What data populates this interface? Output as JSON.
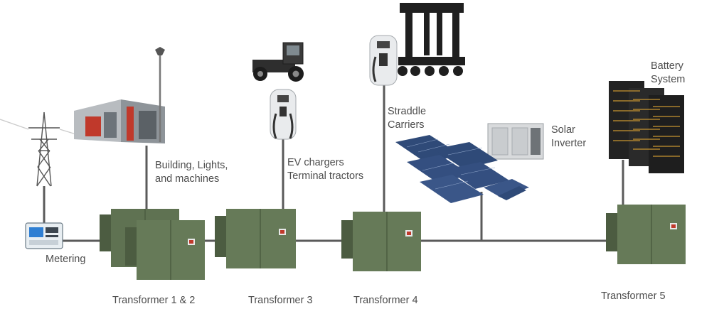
{
  "diagram": {
    "labels": {
      "metering": "Metering",
      "building": [
        "Building, Lights,",
        "and machines"
      ],
      "ev": [
        "EV chargers",
        "Terminal tractors"
      ],
      "straddle": [
        "Straddle",
        "Carriers"
      ],
      "solar": [
        "Solar",
        "Inverter"
      ],
      "battery": [
        "Battery",
        "System"
      ],
      "t12": "Transformer 1 & 2",
      "t3": "Transformer 3",
      "t4": "Transformer 4",
      "t5": "Transformer 5"
    },
    "colors": {
      "line": "#5a5a5a",
      "transformer": "#5f7252",
      "transformer_dark": "#4c5c41",
      "text": "#4d4d4d"
    }
  }
}
